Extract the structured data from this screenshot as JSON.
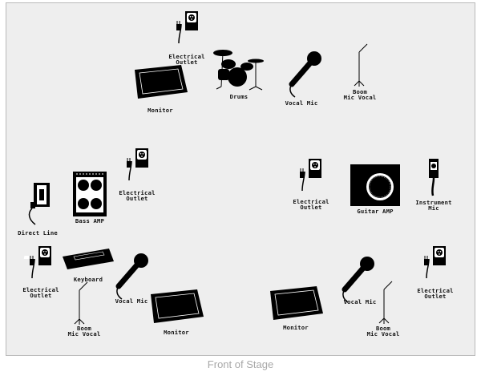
{
  "footer": {
    "label": "Front of Stage"
  },
  "labels": {
    "outlet_top": "Electrical\nOutlet",
    "monitor_top": "Monitor",
    "drums": "Drums",
    "vocal_mic_top": "Vocal Mic",
    "boom_top": "Boom\nMic Vocal",
    "bass_outlet": "Electrical\nOutlet",
    "bass_amp": "Bass AMP",
    "direct_line": "Direct Line",
    "guitar_outlet": "Electrical\nOutlet",
    "guitar_amp": "Guitar AMP",
    "instrument_mic": "Instrument\nMic",
    "left_outlet": "Electrical\nOutlet",
    "keyboard": "Keyboard",
    "left_vocal_mic": "Vocal Mic",
    "left_boom": "Boom\nMic Vocal",
    "left_monitor": "Monitor",
    "right_monitor": "Monitor",
    "right_vocal_mic": "Vocal Mic",
    "right_boom": "Boom\nMic Vocal",
    "right_outlet": "Electrical\nOutlet"
  },
  "colors": {
    "stage": "#eeeeee",
    "border": "#b9b9b9",
    "ink": "#111111",
    "footer": "#a8a8a8"
  },
  "icons": [
    "electrical-outlet-icon",
    "stage-monitor-icon",
    "drum-kit-icon",
    "vocal-mic-icon",
    "boom-mic-stand-icon",
    "bass-amp-icon",
    "direct-line-box-icon",
    "guitar-amp-icon",
    "instrument-mic-icon",
    "keyboard-icon"
  ]
}
